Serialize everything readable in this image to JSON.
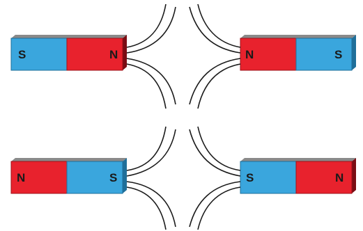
{
  "figures": [
    {
      "caption": "",
      "magnets": [
        {
          "name": "top-left-magnet",
          "left_pole": "S",
          "right_pole": "N"
        },
        {
          "name": "top-right-magnet",
          "left_pole": "N",
          "right_pole": "S"
        }
      ]
    },
    {
      "caption": "",
      "magnets": [
        {
          "name": "bottom-left-magnet",
          "left_pole": "N",
          "right_pole": "S"
        },
        {
          "name": "bottom-right-magnet",
          "left_pole": "S",
          "right_pole": "N"
        }
      ]
    }
  ],
  "colors": {
    "north": "#e8222d",
    "south": "#3aa6dd",
    "north_side": "#9e1119",
    "south_side": "#1f6f9a",
    "field_lines": "#1a1a1a"
  }
}
